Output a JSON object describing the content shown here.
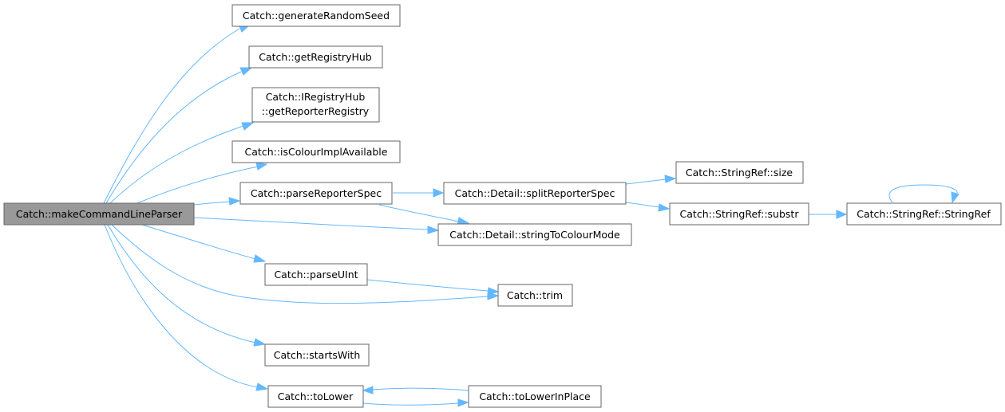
{
  "graph": {
    "root": "Catch::makeCommandLineParser",
    "nodes": {
      "root": "Catch::makeCommandLineParser",
      "generateRandomSeed": "Catch::generateRandomSeed",
      "getRegistryHub": "Catch::getRegistryHub",
      "getReporterRegistry": [
        "Catch::IRegistryHub",
        "::getReporterRegistry"
      ],
      "isColourImplAvailable": "Catch::isColourImplAvailable",
      "parseReporterSpec": "Catch::parseReporterSpec",
      "splitReporterSpec": "Catch::Detail::splitReporterSpec",
      "size": "Catch::StringRef::size",
      "substr": "Catch::StringRef::substr",
      "StringRef": "Catch::StringRef::StringRef",
      "stringToColourMode": "Catch::Detail::stringToColourMode",
      "parseUInt": "Catch::parseUInt",
      "trim": "Catch::trim",
      "startsWith": "Catch::startsWith",
      "toLower": "Catch::toLower",
      "toLowerInPlace": "Catch::toLowerInPlace"
    },
    "edges": [
      [
        "root",
        "generateRandomSeed"
      ],
      [
        "root",
        "getRegistryHub"
      ],
      [
        "root",
        "getReporterRegistry"
      ],
      [
        "root",
        "isColourImplAvailable"
      ],
      [
        "root",
        "parseReporterSpec"
      ],
      [
        "root",
        "stringToColourMode"
      ],
      [
        "root",
        "parseUInt"
      ],
      [
        "root",
        "trim"
      ],
      [
        "root",
        "startsWith"
      ],
      [
        "root",
        "toLower"
      ],
      [
        "parseReporterSpec",
        "splitReporterSpec"
      ],
      [
        "parseReporterSpec",
        "stringToColourMode"
      ],
      [
        "splitReporterSpec",
        "size"
      ],
      [
        "splitReporterSpec",
        "substr"
      ],
      [
        "substr",
        "StringRef"
      ],
      [
        "StringRef",
        "StringRef"
      ],
      [
        "parseUInt",
        "trim"
      ],
      [
        "toLower",
        "toLowerInPlace"
      ],
      [
        "toLowerInPlace",
        "toLower"
      ]
    ],
    "colors": {
      "edge": "#63b8ff",
      "node_border": "#666666",
      "root_fill": "#999999"
    }
  }
}
